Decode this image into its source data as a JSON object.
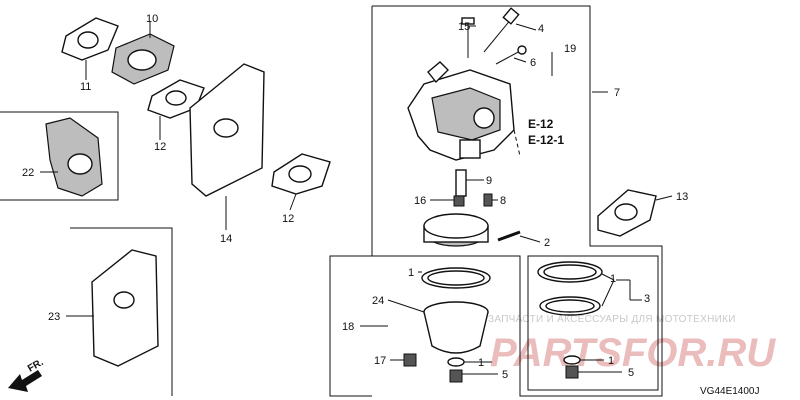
{
  "callouts": [
    "1",
    "1",
    "1",
    "1",
    "1",
    "2",
    "3",
    "4",
    "5",
    "5",
    "6",
    "7",
    "8",
    "9",
    "10",
    "11",
    "12",
    "12",
    "13",
    "14",
    "15",
    "16",
    "17",
    "18",
    "19",
    "22",
    "23",
    "24"
  ],
  "refs": [
    "E-12",
    "E-12-1"
  ],
  "watermark": {
    "text": "ЗАПЧАСТИ И АКСЕССУАРЫ ДЛЯ МОТОТЕХНИКИ",
    "logo": "PARTSFOR.RU"
  },
  "direction": "FR.",
  "diagram_code": "VG44E1400J"
}
